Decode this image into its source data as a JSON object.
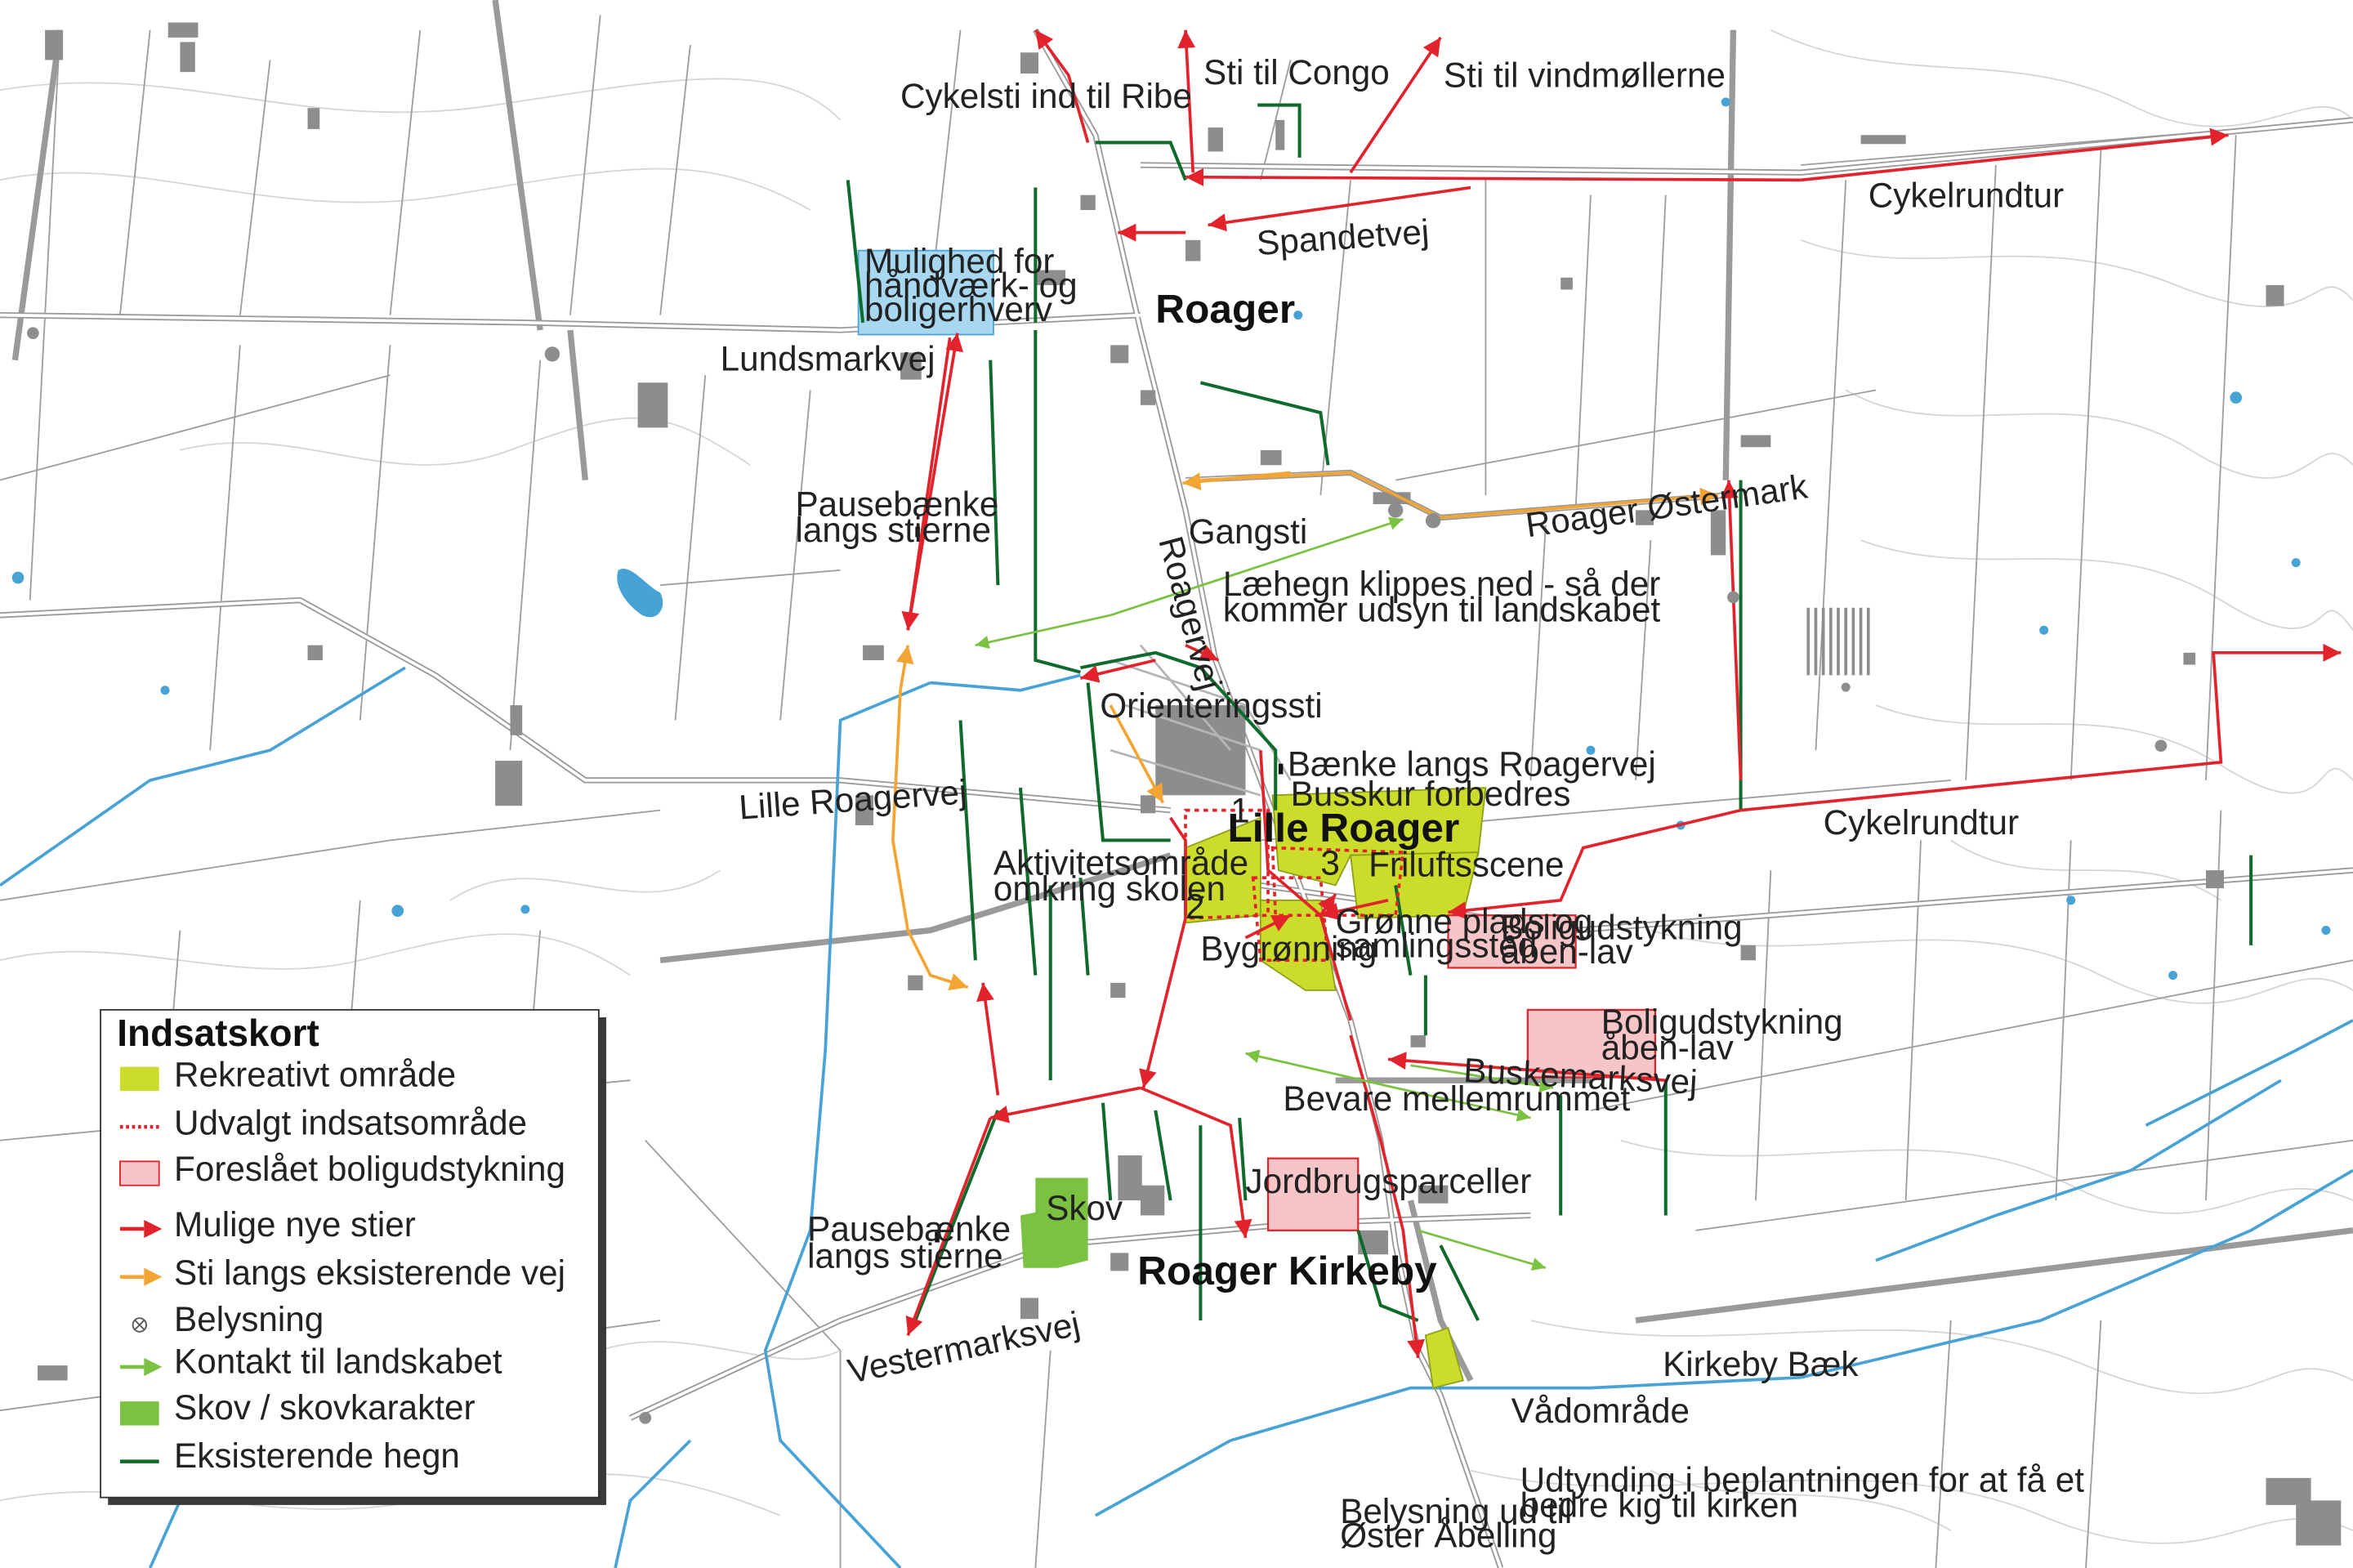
{
  "colors": {
    "road": "#b0b0b0",
    "field_line": "#a9a9a9",
    "contour": "#d0d0d0",
    "water": "#47a3d6",
    "new_path": "#e3232b",
    "existing_path": "#f3a534",
    "landscape_contact": "#7cc242",
    "recreational": "#ccdc2b",
    "forest": "#7cc242",
    "hedge": "#0f6b2c",
    "proposed_housing": "#f6c5c7",
    "proposed_housing_stroke": "#e3232b",
    "craft_area": "#a8d7f0",
    "building": "#8a8a8a"
  },
  "place_names": {
    "roager": "Roager",
    "lille_roager": "Lille Roager",
    "roager_kirkeby": "Roager Kirkeby"
  },
  "labels": {
    "cykelsti_ribe": "Cykelsti ind til Ribe",
    "sti_congo": "Sti til Congo",
    "sti_vindmoller": "Sti til vindmøllerne",
    "cykelrundtur_1": "Cykelrundtur",
    "cykelrundtur_2": "Cykelrundtur",
    "spandetvej": "Spandetvej",
    "mulighed_1": "Mulighed for",
    "mulighed_2": "håndværk- og",
    "mulighed_3": "boligerhverv",
    "lundsmarkvej": "Lundsmarkvej",
    "pausebaenke_1a": "Pausebænke",
    "pausebaenke_1b": "langs stierne",
    "pausebaenke_2a": "Pausebænke",
    "pausebaenke_2b": "langs stierne",
    "gangsti": "Gangsti",
    "roagervej": "Roagervej",
    "roager_ostermark": "Roager Østermark",
    "laehegn_1": "Læhegn klippes ned - så der",
    "laehegn_2": "kommer udsyn til landskabet",
    "orienteringssti": "Orienteringssti",
    "baenke_roagervej": "Bænke langs Roagervej",
    "busskur": "Busskur forbedres",
    "lille_roagervej": "Lille Roagervej",
    "aktivitet_1": "Aktivitetsområde",
    "aktivitet_2": "omkring skolen",
    "friluftsscene": "Friluftsscene",
    "gronne_plads_1": "Grønne plads og",
    "gronne_plads_2": "samlingssted",
    "boligudstykning_1a": "Boligudstykning",
    "boligudstykning_1b": "åben-lav",
    "boligudstykning_2a": "Boligudstykning",
    "boligudstykning_2b": "åben-lav",
    "bygronning": "Bygrønning",
    "buskemarksvej": "Buskemarksvej",
    "bevare_rummet": "Bevare mellemrummet",
    "skov": "Skov",
    "jordbrugsparceller": "Jordbrugsparceller",
    "vestermarksvej": "Vestermarksvej",
    "kirkeby_baek": "Kirkeby Bæk",
    "vadomrade": "Vådområde",
    "udtynding_1": "Udtynding i beplantningen for at få et",
    "udtynding_2": "bedre kig til kirken",
    "belysning_1": "Belysning ud til",
    "belysning_2": "Øster Åbelling",
    "num_1": "1",
    "num_2": "2",
    "num_3": "3"
  },
  "legend": {
    "title": "Indsatskort",
    "items": [
      {
        "label": "Rekreativt område",
        "symbol": "recreational-swatch"
      },
      {
        "label": "Udvalgt indsatsområde",
        "symbol": "dotted-red-line"
      },
      {
        "label": "Foreslået boligudstykning",
        "symbol": "housing-swatch"
      },
      {
        "label": "Mulige nye stier",
        "symbol": "red-arrow"
      },
      {
        "label": "Sti langs eksisterende vej",
        "symbol": "orange-arrow"
      },
      {
        "label": "Belysning",
        "symbol": "lamp-icon"
      },
      {
        "label": "Kontakt til landskabet",
        "symbol": "green-arrow"
      },
      {
        "label": "Skov / skovkarakter",
        "symbol": "forest-swatch"
      },
      {
        "label": "Eksisterende hegn",
        "symbol": "hedge-line"
      }
    ]
  }
}
